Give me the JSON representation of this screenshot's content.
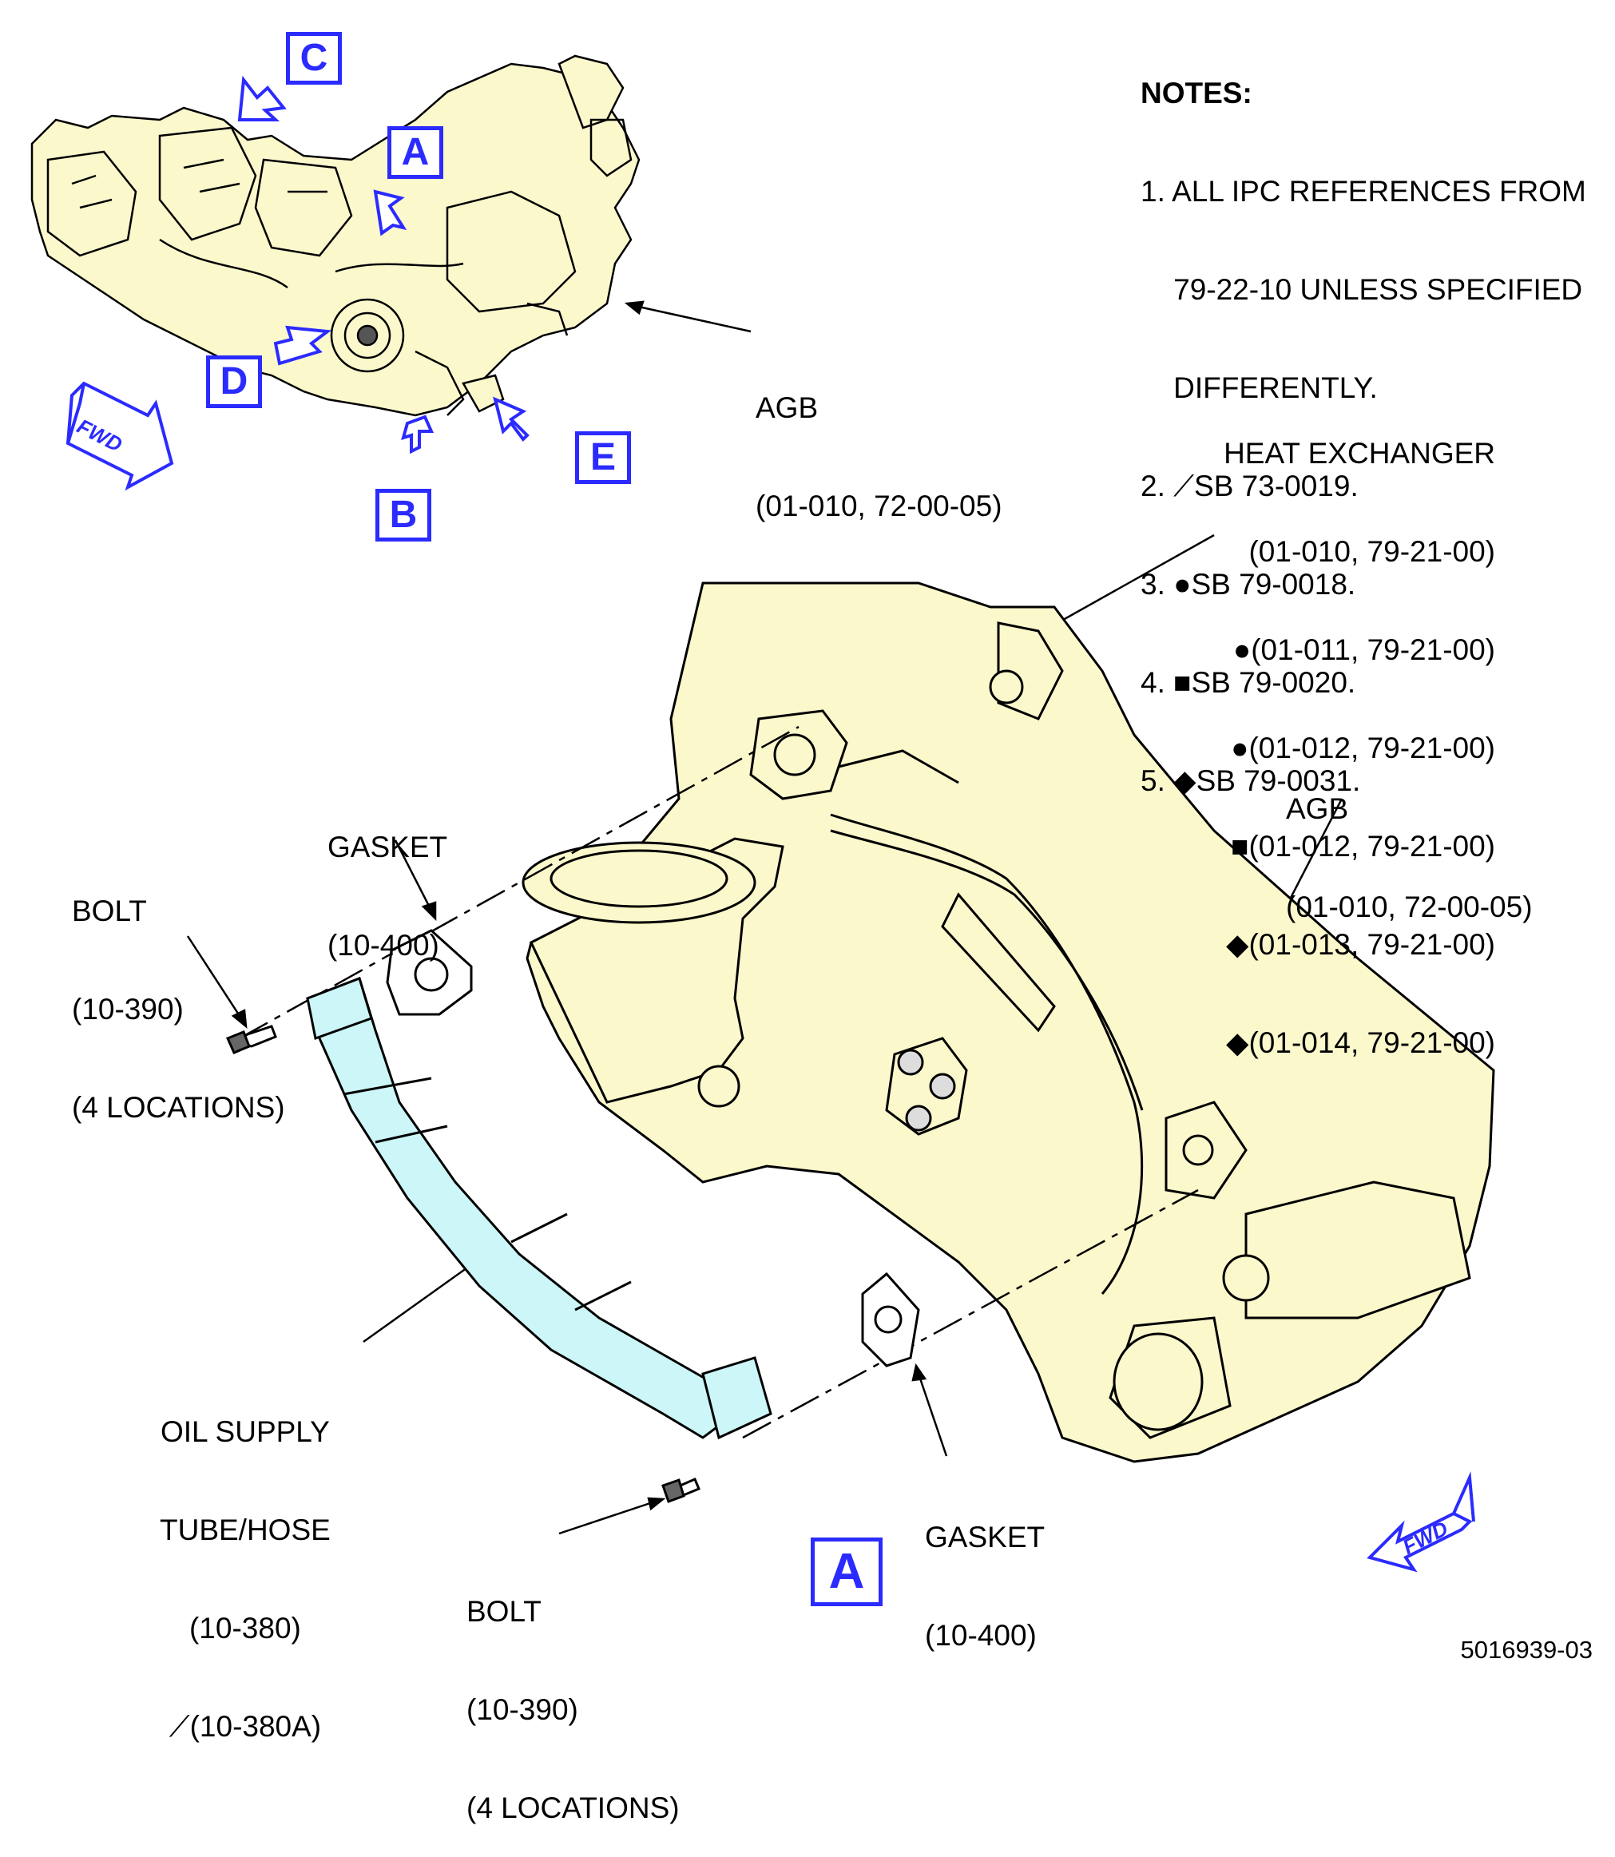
{
  "notes": {
    "title": "NOTES:",
    "lines": [
      "1. ALL IPC REFERENCES FROM",
      "    79-22-10 UNLESS SPECIFIED",
      "    DIFFERENTLY.",
      "2. ⟋SB 73-0019.",
      "3. ●SB 79-0018.",
      "4. ■SB 79-0020.",
      "5. ◆SB 79-0031."
    ]
  },
  "view_labels": {
    "a": "A",
    "b": "B",
    "c": "C",
    "d": "D",
    "e": "E",
    "detail": "A"
  },
  "fwd_label": "FWD",
  "callouts": {
    "agb_top": [
      "AGB",
      "(01-010, 72-00-05)"
    ],
    "heat_exchanger": [
      "HEAT EXCHANGER",
      "(01-010, 79-21-00)",
      "●(01-011, 79-21-00)",
      "●(01-012, 79-21-00)",
      "■(01-012, 79-21-00)",
      "◆(01-013, 79-21-00)",
      "◆(01-014, 79-21-00)"
    ],
    "agb_detail": [
      "AGB",
      "(01-010, 72-00-05)"
    ],
    "gasket_top": [
      "GASKET",
      "(10-400)"
    ],
    "bolt_top": [
      "BOLT",
      "(10-390)",
      "(4 LOCATIONS)"
    ],
    "oil_supply": [
      "OIL SUPPLY",
      "TUBE/HOSE",
      "(10-380)",
      "⟋(10-380A)"
    ],
    "gasket_bottom": [
      "GASKET",
      "(10-400)"
    ],
    "bolt_bottom": [
      "BOLT",
      "(10-390)",
      "(4 LOCATIONS)"
    ]
  },
  "figure_number": "5016939-03",
  "colors": {
    "engine_fill": "#fbf8cc",
    "tube_fill": "#ccf6f8",
    "view_blue": "#2b2bff",
    "line": "#000000"
  }
}
